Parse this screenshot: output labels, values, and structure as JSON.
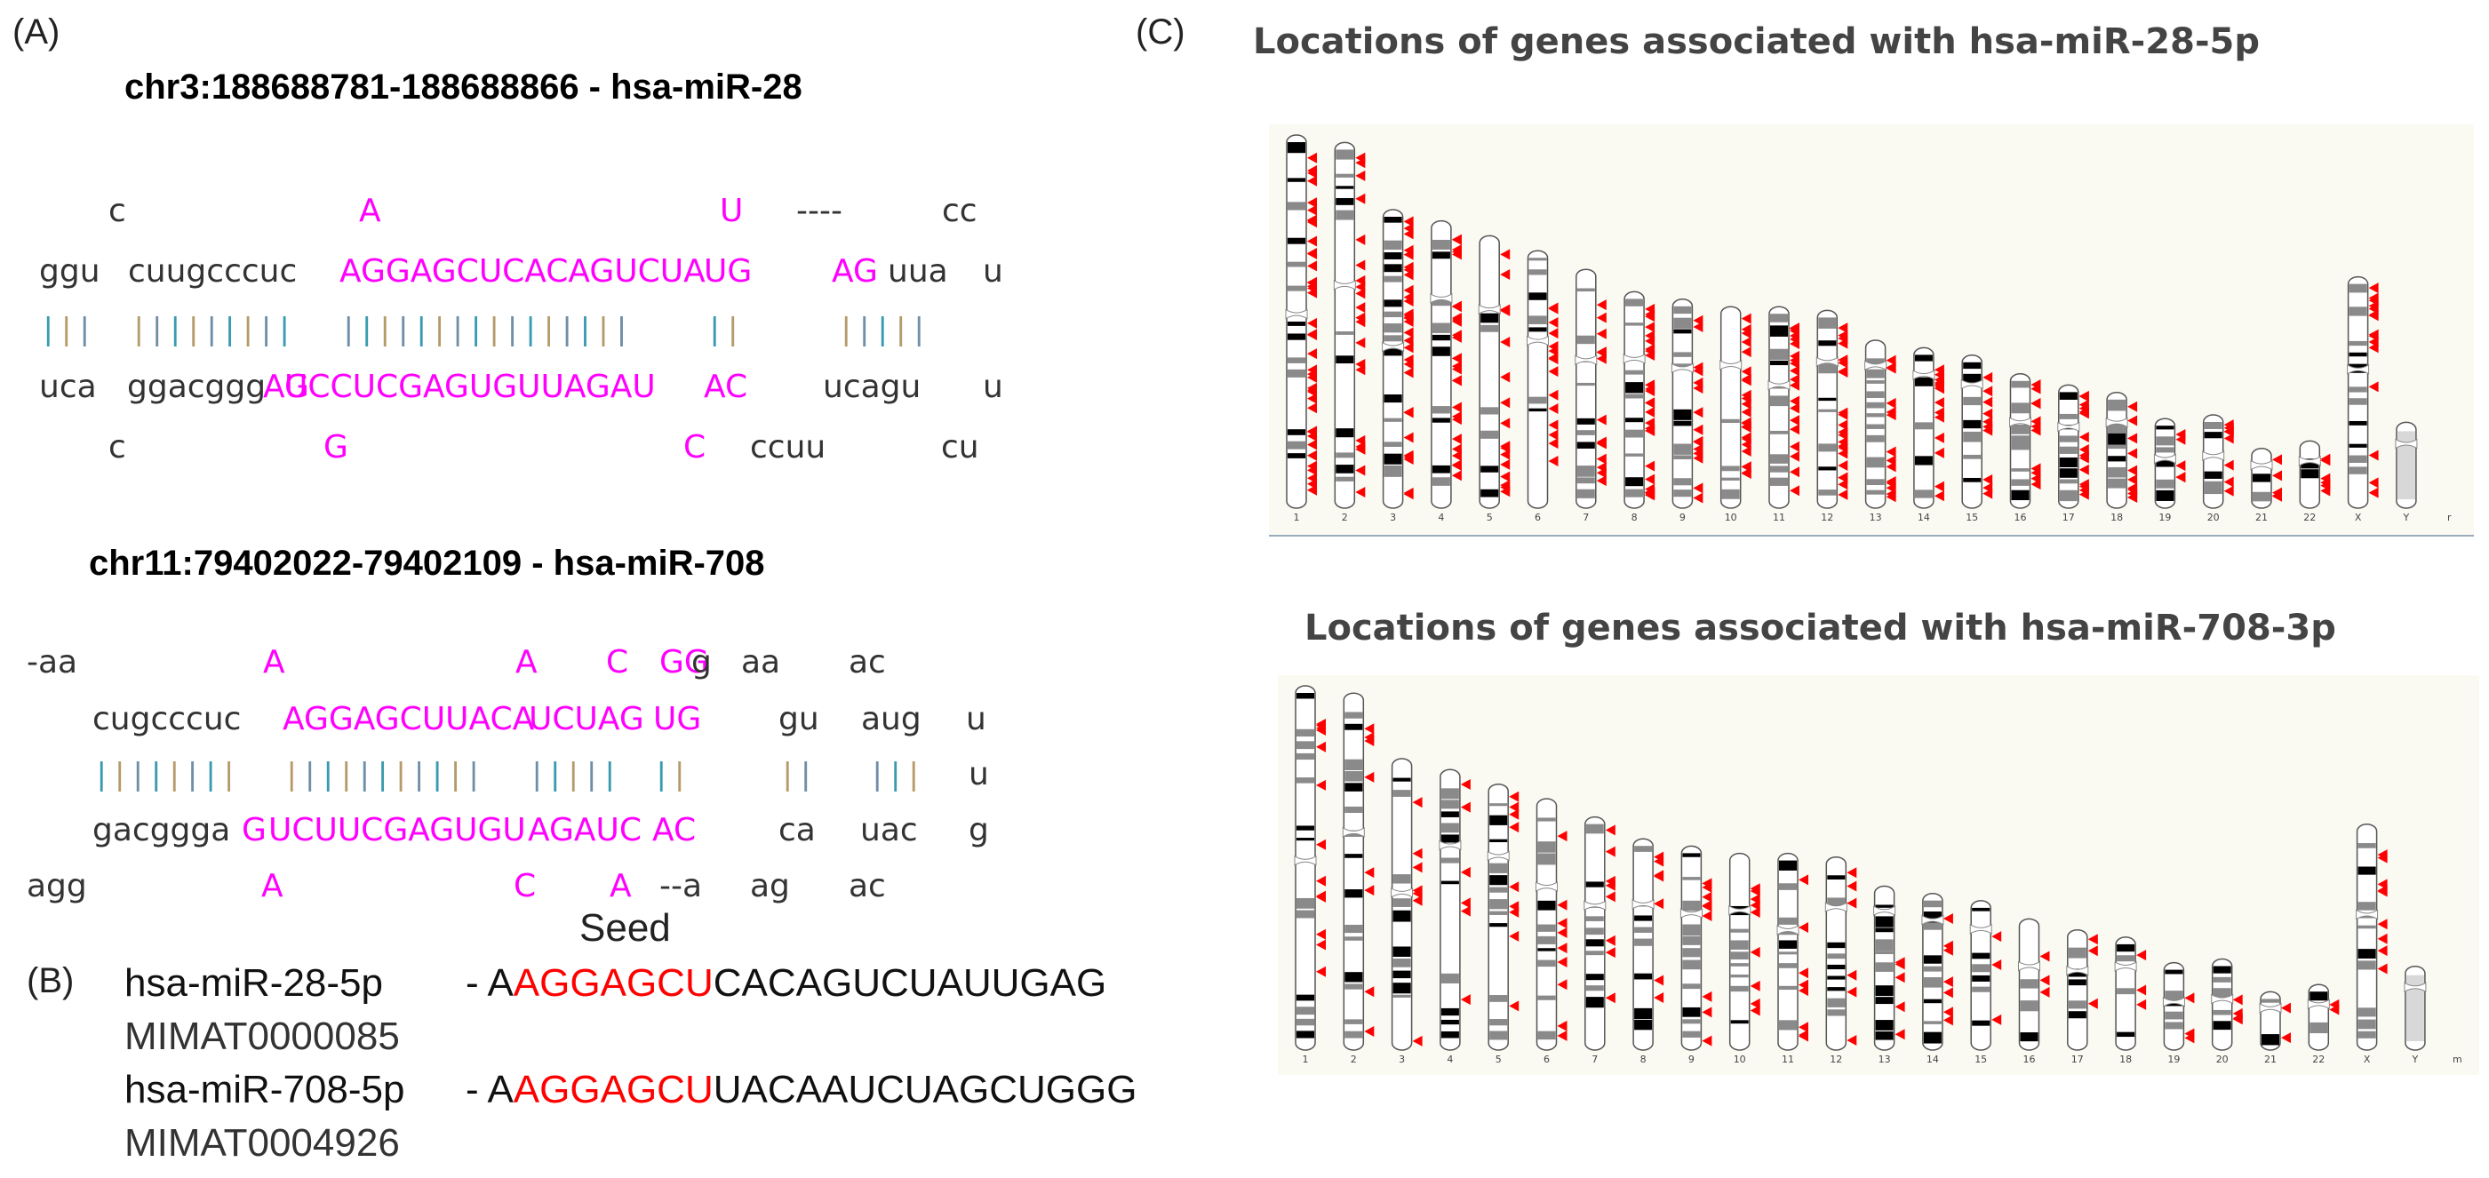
{
  "panel_a": {
    "label": "(A)",
    "hairpin1": {
      "title": "chr3:188688781-188688866 - hsa-miR-28",
      "rows": [
        [
          [
            "c",
            0
          ],
          [
            "A",
            1
          ],
          [
            "U",
            1
          ],
          [
            "----",
            0
          ],
          [
            "cc",
            0
          ]
        ],
        [
          [
            "ggu",
            0
          ],
          [
            "cuugcccuc",
            0
          ],
          [
            "AGGAGCUCACAGUCUA",
            1
          ],
          [
            "UG",
            1
          ],
          [
            "AG",
            1
          ],
          [
            "uua",
            0
          ],
          [
            "u",
            0
          ]
        ],
        [
          [
            "|||",
            2
          ],
          [
            "|||||||||",
            2
          ],
          [
            "||||||||||||||||",
            2
          ],
          [
            "||",
            2
          ],
          [
            "|||||",
            2
          ]
        ],
        [
          [
            "uca",
            0
          ],
          [
            "ggacggg",
            0
          ],
          [
            "AG",
            1
          ],
          [
            "UCCUCGAGUGUUAGAU",
            1
          ],
          [
            "AC",
            1
          ],
          [
            "ucagu",
            0
          ],
          [
            "u",
            0
          ]
        ],
        [
          [
            "c",
            0
          ],
          [
            "G",
            1
          ],
          [
            "C",
            1
          ],
          [
            "ccuu",
            0
          ],
          [
            "cu",
            0
          ]
        ]
      ]
    },
    "hairpin2": {
      "title": "chr11:79402022-79402109 - hsa-miR-708",
      "rows": [
        [
          [
            "-aa",
            0
          ],
          [
            "A",
            1
          ],
          [
            "A",
            1
          ],
          [
            "C",
            1
          ],
          [
            "GG",
            1
          ],
          [
            "g",
            0
          ],
          [
            "aa",
            0
          ],
          [
            "ac",
            0
          ]
        ],
        [
          [
            "cugcccuc",
            0
          ],
          [
            "AGGAGCUUACA",
            1
          ],
          [
            "UCUAG",
            1
          ],
          [
            "UG",
            1
          ],
          [
            "gu",
            0
          ],
          [
            "aug",
            0
          ],
          [
            "u",
            0
          ]
        ],
        [
          [
            "||||||||",
            2
          ],
          [
            "|||||||||||",
            2
          ],
          [
            "|||||",
            2
          ],
          [
            "||",
            2
          ],
          [
            "||",
            2
          ],
          [
            "|||",
            2
          ],
          [
            "u",
            0
          ]
        ],
        [
          [
            "gacggga",
            0
          ],
          [
            "G",
            1
          ],
          [
            "UCUUCGAGUGU",
            1
          ],
          [
            "AGAUC",
            1
          ],
          [
            "AC",
            1
          ],
          [
            "ca",
            0
          ],
          [
            "uac",
            0
          ],
          [
            "g",
            0
          ]
        ],
        [
          [
            "agg",
            0
          ],
          [
            "A",
            1
          ],
          [
            "C",
            1
          ],
          [
            "A",
            1
          ],
          [
            "--a",
            0
          ],
          [
            "ag",
            0
          ],
          [
            "ac",
            0
          ]
        ]
      ]
    }
  },
  "panel_b": {
    "label": "(B)",
    "seed_label": "Seed",
    "entries": [
      {
        "name": "hsa-miR-28-5p",
        "dash": "- A",
        "seed": "AGGAGCU",
        "rest": "CACAGUCUAUUGAG",
        "accession": "MIMAT0000085"
      },
      {
        "name": "hsa-miR-708-5p",
        "dash": "- A",
        "seed": "AGGAGCU",
        "rest": "UACAAUCUAGCUGGG",
        "accession": "MIMAT0004926"
      }
    ]
  },
  "panel_c": {
    "label": "(C)",
    "maps": [
      {
        "title": "Locations of genes associated with hsa-miR-28-5p",
        "corner_glyph": "r"
      },
      {
        "title": "Locations of genes associated with hsa-miR-708-3p",
        "corner_glyph": "m"
      }
    ],
    "chromosomes": [
      "1",
      "2",
      "3",
      "4",
      "5",
      "6",
      "7",
      "8",
      "9",
      "10",
      "11",
      "12",
      "13",
      "14",
      "15",
      "16",
      "17",
      "18",
      "19",
      "20",
      "21",
      "22",
      "X",
      "Y"
    ],
    "colors": {
      "marker": "#ff0000",
      "band_dark": "#000000",
      "band_mid": "#8a8a8a",
      "map_bg": "#fbfaf2",
      "magenta": "#ff00ff"
    }
  }
}
